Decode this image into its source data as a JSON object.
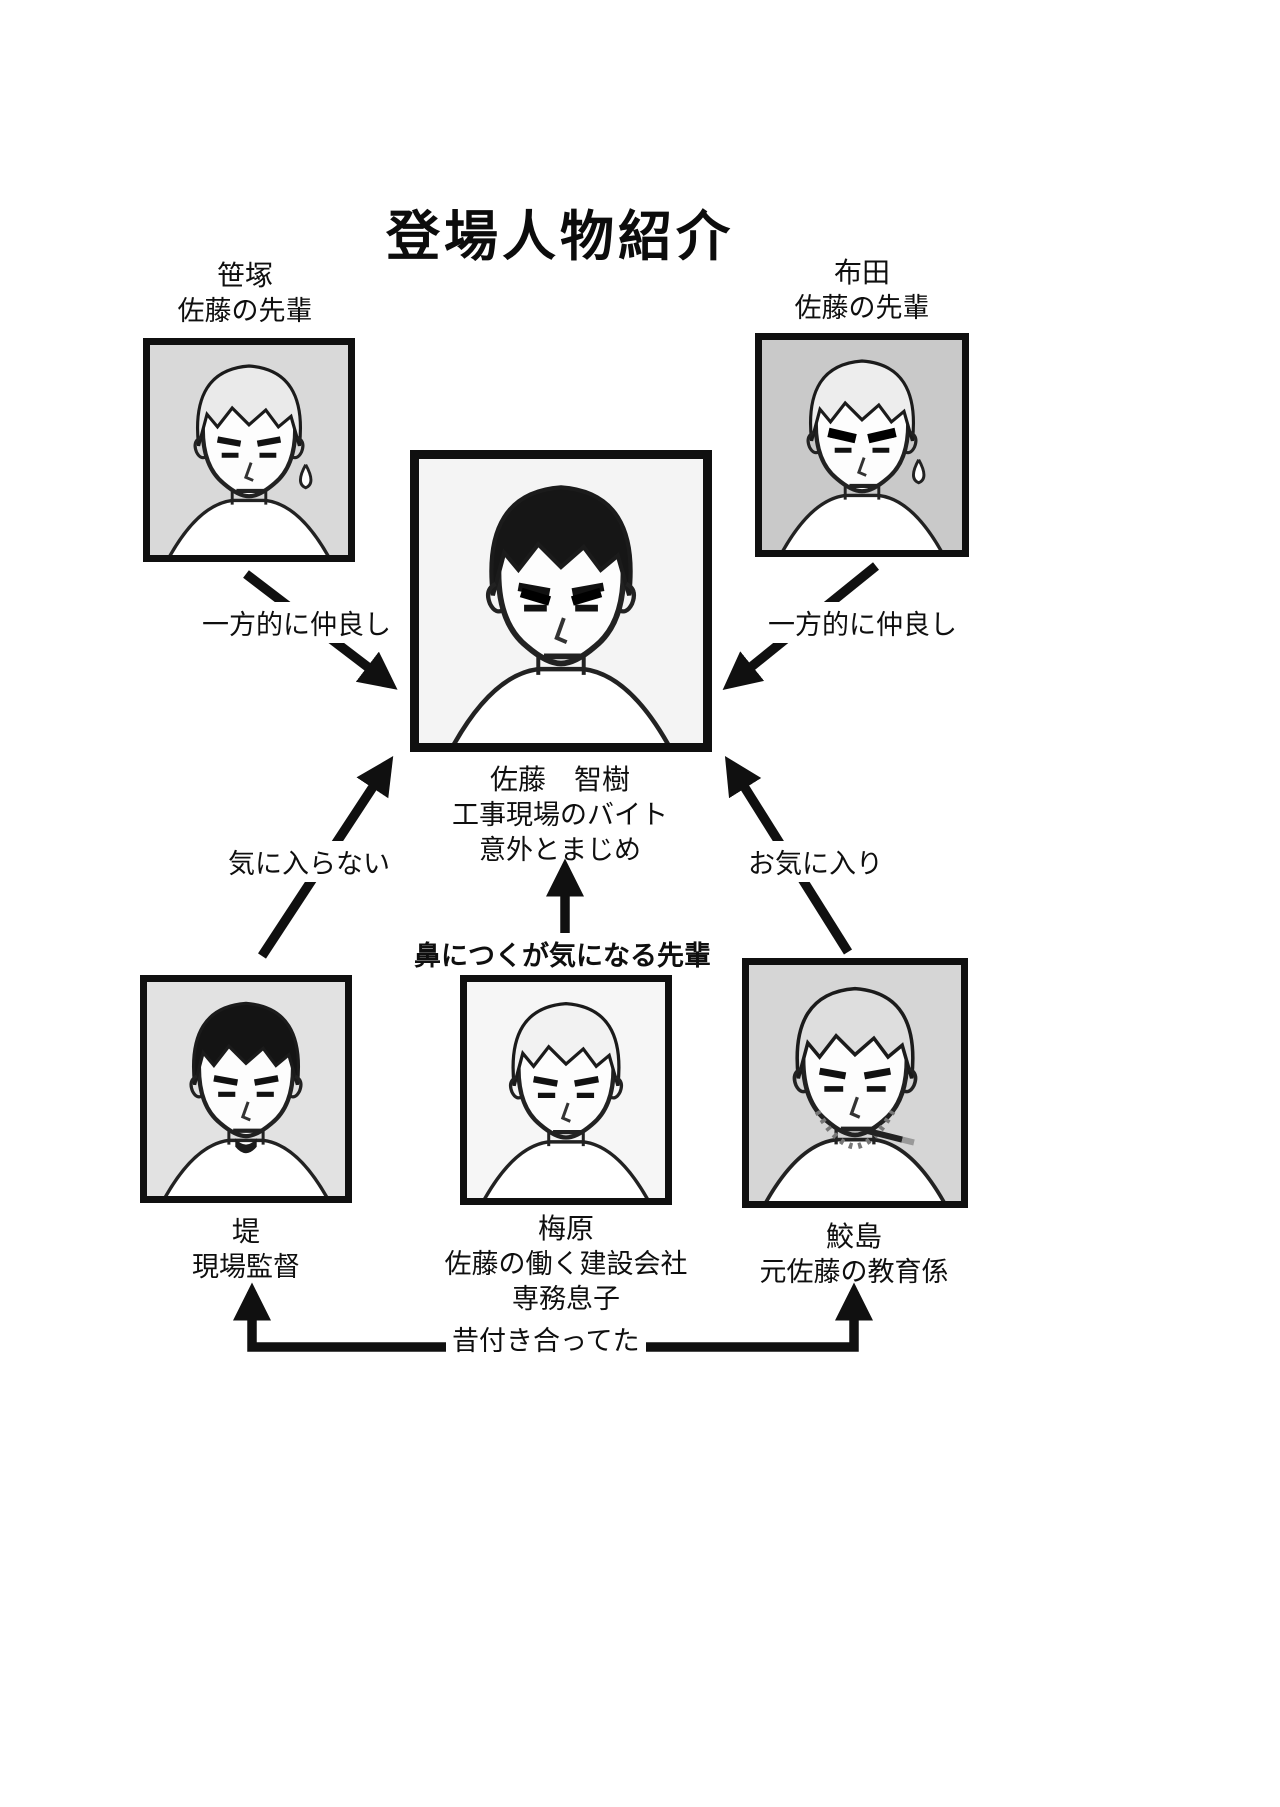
{
  "page": {
    "title": "登場人物紹介",
    "background": "#ffffff",
    "ink_color": "#101010"
  },
  "characters": [
    {
      "id": "sasazuka",
      "name": "笹塚",
      "role": "佐藤の先輩"
    },
    {
      "id": "fuda",
      "name": "布田",
      "role": "佐藤の先輩"
    },
    {
      "id": "sato",
      "name": "佐藤　智樹",
      "role": "工事現場のバイト",
      "note": "意外とまじめ"
    },
    {
      "id": "tsutsumi",
      "name": "堤",
      "role": "現場監督"
    },
    {
      "id": "umehara",
      "name": "梅原",
      "role": "佐藤の働く建設会社",
      "note": "専務息子"
    },
    {
      "id": "samejima",
      "name": "鮫島",
      "role": "元佐藤の教育係"
    }
  ],
  "relations": [
    {
      "from": "笹塚",
      "to": "佐藤",
      "label": "一方的に仲良し"
    },
    {
      "from": "布田",
      "to": "佐藤",
      "label": "一方的に仲良し"
    },
    {
      "from": "堤",
      "to": "佐藤",
      "label": "気に入らない"
    },
    {
      "from": "梅原",
      "to": "佐藤",
      "label": "鼻につくが気になる先輩"
    },
    {
      "from": "鮫島",
      "to": "佐藤",
      "label": "お気に入り"
    },
    {
      "from": "堤",
      "to": "鮫島",
      "label": "昔付き合ってた",
      "type": "mutual-past"
    }
  ]
}
